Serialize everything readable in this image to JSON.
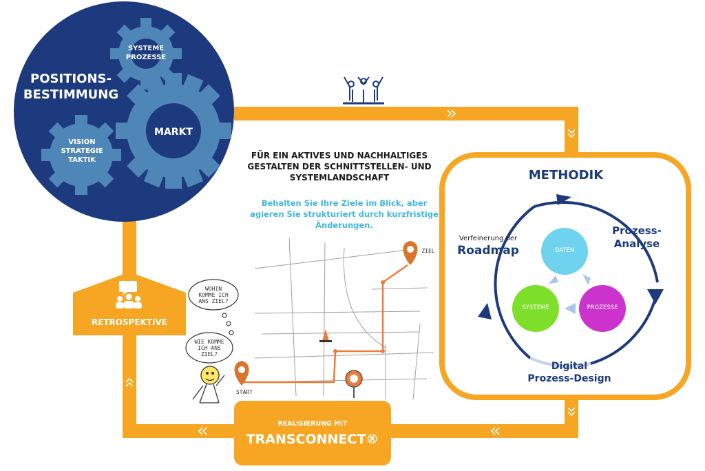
{
  "colors": {
    "navy": "#1d3a7e",
    "gear": "#4f86b8",
    "orange": "#f6a623",
    "cyan": "#40b8dc",
    "daten": "#6fd3f0",
    "systeme": "#7ee02a",
    "prozesse": "#cc33cc",
    "route": "#f07a3a"
  },
  "main_circle": {
    "title": "POSITIONS-\nBESTIMMUNG",
    "gear_top": "SYSTEME\nPROZESSE",
    "gear_big": "MARKT",
    "gear_left": "VISION\nSTRATEGIE\nTAKTIK"
  },
  "center": {
    "headline": "FÜR EIN AKTIVES UND NACHHALTIGES\nGESTALTEN DER SCHNITTSTELLEN- UND\nSYSTEMLANDSCHAFT",
    "subline": "Behalten Sie Ihre Ziele im Blick, aber\nagieren Sie strukturiert durch kurzfristige\nÄnderungen."
  },
  "map": {
    "start": "START",
    "ziel": "ZIEL",
    "bubble1": "WOHIN\nKOMME ICH\nANS ZIEL?",
    "bubble2": "WIE KOMME\nICH ANS\nZIEL?"
  },
  "retro": {
    "label": "RETROSPEKTIVE"
  },
  "realisierung": {
    "small": "REALISIERUNG MIT",
    "big": "TRANSCONNECT®"
  },
  "methodik": {
    "title": "METHODIK",
    "prozess_analyse": "Prozess-\nAnalyse",
    "digital": "Digital\nProzess-Design",
    "verfeinerung": "Verfeinerung der",
    "roadmap": "Roadmap",
    "daten": "DATEN",
    "systeme": "SYSTEME",
    "prozesse": "PROZESSE"
  },
  "icons": [
    "team-icon",
    "meeting-icon",
    "gear-icon",
    "map-pin-icon",
    "traffic-cone-icon",
    "stick-figure-icon"
  ]
}
